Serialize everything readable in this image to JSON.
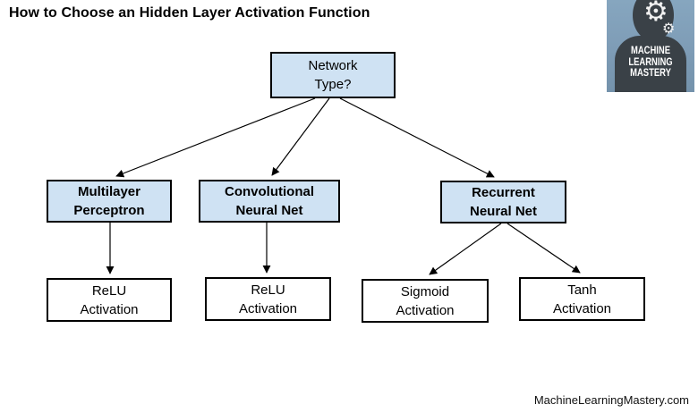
{
  "title": "How to Choose an Hidden Layer Activation Function",
  "watermark": "MachineLearningMastery.com",
  "logo": {
    "text": "MACHINE\nLEARNING\nMASTERY",
    "gear_icon": "⚙"
  },
  "colors": {
    "node_fill": "#cfe2f3",
    "node_border": "#000000",
    "leaf_fill": "#ffffff",
    "logo_bg": "#7e9cb6",
    "logo_silhouette": "#3a4147"
  },
  "diagram": {
    "root": {
      "label": "Network\nType?"
    },
    "branches": [
      {
        "label": "Multilayer\nPerceptron"
      },
      {
        "label": "Convolutional\nNeural Net"
      },
      {
        "label": "Recurrent\nNeural Net"
      }
    ],
    "leaves": [
      {
        "label": "ReLU\nActivation"
      },
      {
        "label": "ReLU\nActivation"
      },
      {
        "label": "Sigmoid\nActivation"
      },
      {
        "label": "Tanh\nActivation"
      }
    ]
  }
}
